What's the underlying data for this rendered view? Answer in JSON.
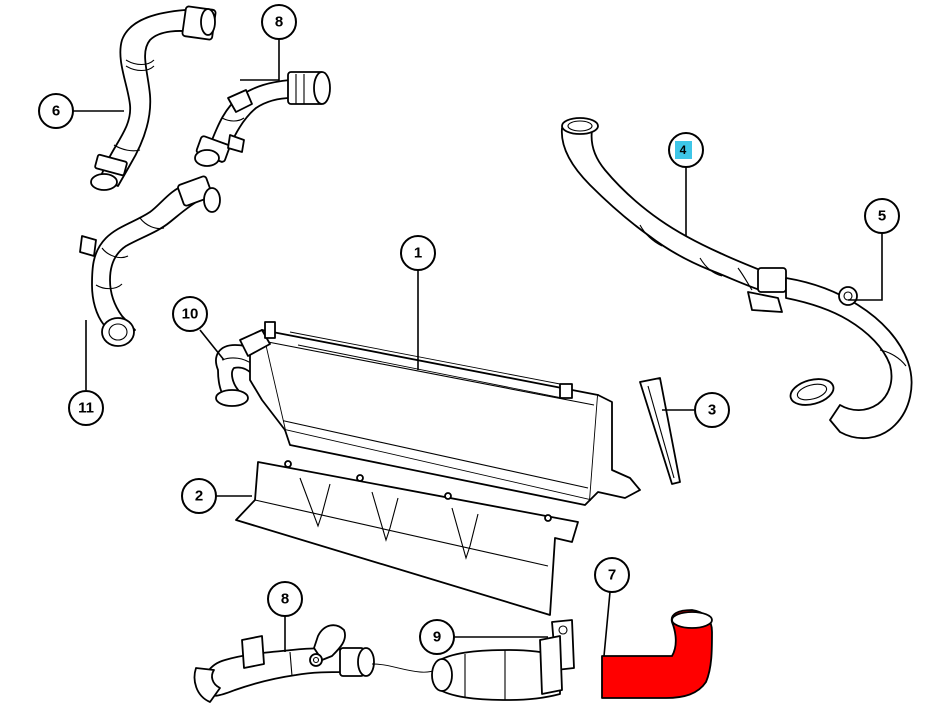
{
  "callouts": {
    "c1": "1",
    "c2": "2",
    "c3": "3",
    "c4": "4",
    "c5": "5",
    "c6": "6",
    "c7": "7",
    "c8_top": "8",
    "c8_bottom": "8",
    "c9": "9",
    "c10": "10",
    "c11": "11"
  },
  "colors": {
    "highlight_box": "#3ec6e8",
    "highlight_text": "#d33a2c",
    "selected_part": "#ff0000"
  }
}
